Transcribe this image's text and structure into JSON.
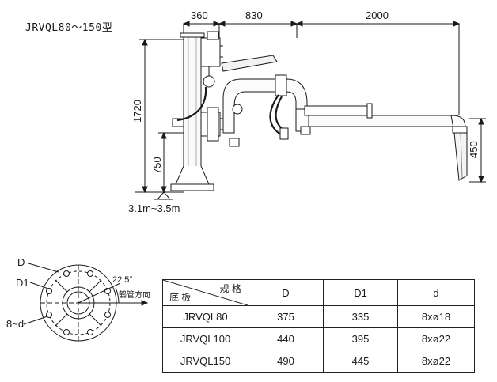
{
  "title": "JRVQL80～150型",
  "dimensions": {
    "d360": "360",
    "d830": "830",
    "d2000": "2000",
    "d1720": "1720",
    "d750": "750",
    "d450": "450",
    "base_range": "3.1m~3.5m"
  },
  "flange": {
    "label_D": "D",
    "label_D1": "D1",
    "label_holes": "8~d",
    "angle": "22.5°",
    "arm_direction": "鹤管方向"
  },
  "spec_table": {
    "corner_top": "规 格",
    "corner_bottom": "底 板",
    "headers": [
      "D",
      "D1",
      "d"
    ],
    "rows": [
      {
        "model": "JRVQL80",
        "D": "375",
        "D1": "335",
        "d": "8xø18"
      },
      {
        "model": "JRVQL100",
        "D": "440",
        "D1": "395",
        "d": "8xø22"
      },
      {
        "model": "JRVQL150",
        "D": "490",
        "D1": "445",
        "d": "8xø22"
      }
    ]
  }
}
